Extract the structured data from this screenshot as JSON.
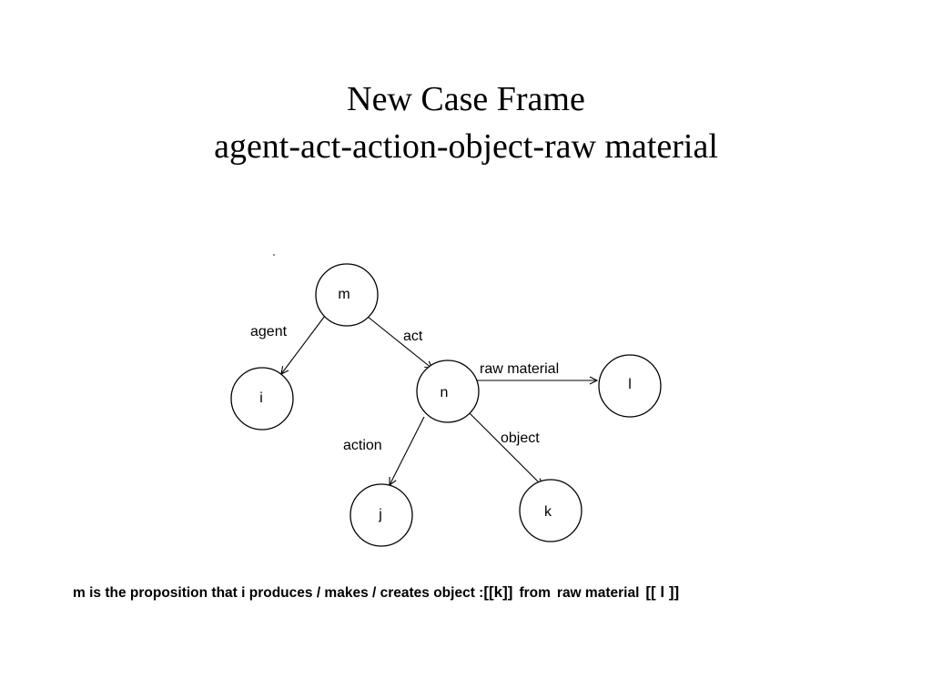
{
  "slide": {
    "title_line1": "New Case Frame",
    "title_line2": "agent-act-action-object-raw material"
  },
  "diagram": {
    "nodes": {
      "m": "m",
      "i": "i",
      "n": "n",
      "l": "l",
      "j": "j",
      "k": "k"
    },
    "edges": {
      "agent": "agent",
      "act": "act",
      "raw_material": "raw material",
      "action": "action",
      "object": "object"
    }
  },
  "caption": {
    "main": "m is the proposition that i produces / makes / creates object :",
    "object_ref": "[[k]]",
    "from": "from",
    "raw_material": "raw material",
    "material_ref": "[[ l ]]"
  }
}
